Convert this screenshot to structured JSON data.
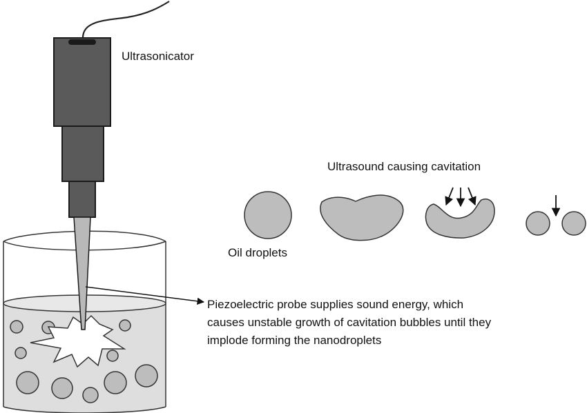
{
  "labels": {
    "ultrasonicator": "Ultrasonicator",
    "cavitation": "Ultrasound causing cavitation",
    "oil_droplets": "Oil droplets",
    "caption_lines": [
      "Piezoelectric probe supplies sound energy, which",
      "causes unstable growth of cavitation bubbles until they",
      "implode forming the nanodroplets"
    ]
  },
  "colors": {
    "device": "#5a5a5a",
    "device_outline": "#1a1a1a",
    "probe_tip": "#b9b9b9",
    "liquid": "#dedede",
    "droplet": "#bdbdbd",
    "outline": "#222222"
  },
  "stages": [
    "droplet",
    "deformed-droplet",
    "collapsing-crescent",
    "split-droplets"
  ]
}
